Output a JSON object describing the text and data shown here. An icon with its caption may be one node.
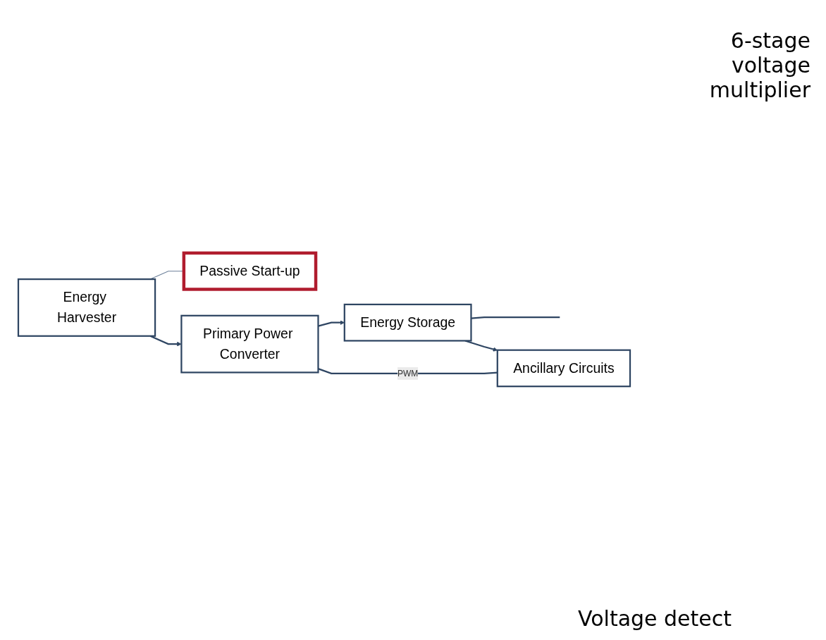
{
  "diagram": {
    "nodes": [
      {
        "text": [
          "Passive Start-up"
        ]
      },
      {
        "text": [
          "Energy Harvester"
        ]
      },
      {
        "text": [
          "Primary Power Converter"
        ]
      },
      {
        "text": [
          "Energy Storage"
        ]
      },
      {
        "text": [
          "Ancillary Circuits"
        ]
      }
    ],
    "edges": [
      {
        "from": 1,
        "to": 2,
        "arrow": "to"
      },
      {
        "from": 1,
        "to": 0,
        "arrow": "none",
        "color": "#6b7f99"
      },
      {
        "from": 2,
        "to": 3,
        "arrow": "to"
      },
      {
        "from": 3,
        "to": null,
        "arrow": "none"
      },
      {
        "from": 3,
        "to": 4,
        "arrow": "to"
      },
      {
        "from": 2,
        "to": 4,
        "label": "PWM",
        "arrow": "none"
      }
    ],
    "labels": [
      "6-stage voltage multiplier",
      "Voltage detect"
    ]
  }
}
